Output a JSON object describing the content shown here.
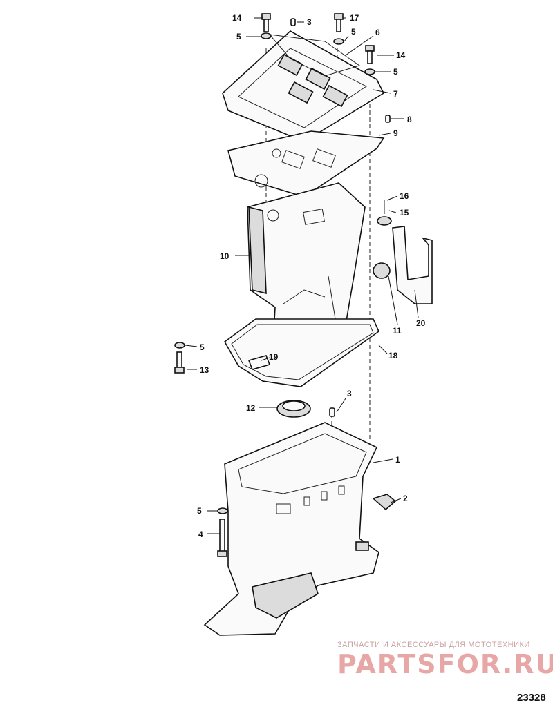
{
  "callouts": {
    "c1": "1",
    "c2": "2",
    "c3a": "3",
    "c3b": "3",
    "c4": "4",
    "c5a": "5",
    "c5b": "5",
    "c5c": "5",
    "c5d": "5",
    "c5e": "5",
    "c6": "6",
    "c7": "7",
    "c8": "8",
    "c9": "9",
    "c10": "10",
    "c11": "11",
    "c12": "12",
    "c13": "13",
    "c14a": "14",
    "c14b": "14",
    "c15": "15",
    "c16": "16",
    "c17": "17",
    "c18": "18",
    "c19": "19",
    "c20": "20"
  },
  "watermark": {
    "tagline": "ЗАПЧАСТИ И АКСЕССУАРЫ ДЛЯ МОТОТЕХНИКИ",
    "logo": "PARTSFOR.RU"
  },
  "figure_number": "23328"
}
